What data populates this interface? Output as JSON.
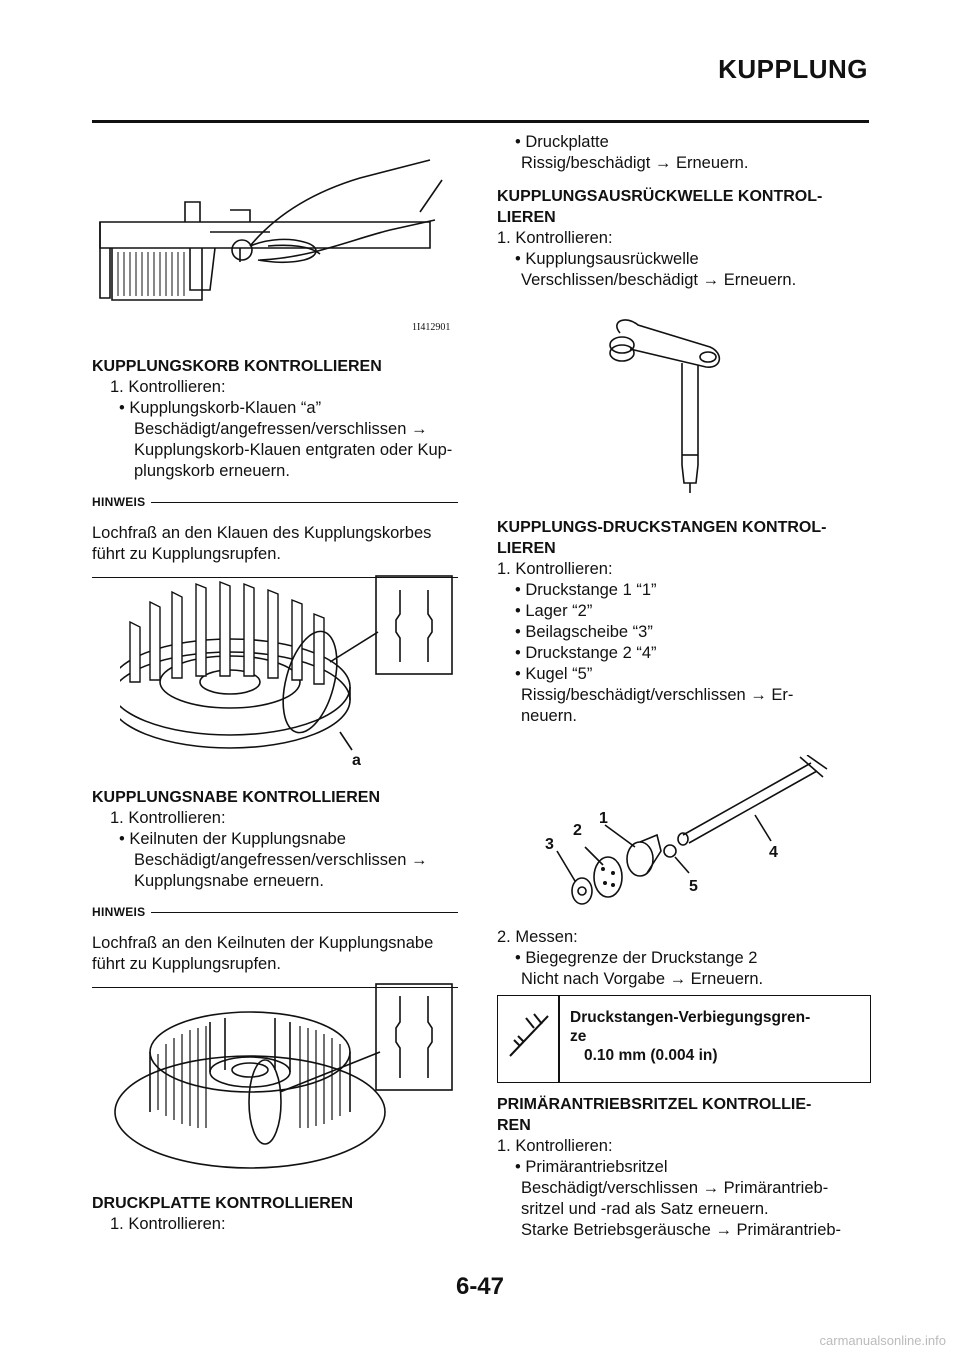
{
  "header": {
    "title": "KUPPLUNG"
  },
  "figures": {
    "caliper_code": "1I412901",
    "clutch_housing_label": "a",
    "pushrod_labels": [
      "1",
      "2",
      "3",
      "4",
      "5"
    ]
  },
  "left": {
    "s1": {
      "heading": "KUPPLUNGSKORB KONTROLLIEREN",
      "step": "1. Kontrollieren:",
      "bullet": "• Kupplungskorb-Klauen “a”",
      "lines": [
        "Beschädigt/angefressen/verschlissen →",
        "Kupplungskorb-Klauen entgraten oder Kup-",
        "plungskorb erneuern."
      ],
      "note_label": "HINWEIS",
      "note_lines": [
        "Lochfraß an den Klauen des Kupplungskorbes",
        "führt zu Kupplungsrupfen."
      ]
    },
    "s2": {
      "heading": "KUPPLUNGSNABE KONTROLLIEREN",
      "step": "1. Kontrollieren:",
      "bullet": "• Keilnuten der Kupplungsnabe",
      "lines": [
        "Beschädigt/angefressen/verschlissen →",
        "Kupplungsnabe erneuern."
      ],
      "note_label": "HINWEIS",
      "note_lines": [
        "Lochfraß an den Keilnuten der Kupplungsnabe",
        "führt zu Kupplungsrupfen."
      ]
    },
    "s3": {
      "heading": "DRUCKPLATTE KONTROLLIEREN",
      "step": "1. Kontrollieren:"
    }
  },
  "right": {
    "r0": {
      "bullet": "• Druckplatte",
      "line": "Rissig/beschädigt → Erneuern."
    },
    "r1": {
      "heading": [
        "KUPPLUNGSAUSRÜCKWELLE KONTROL-",
        "LIEREN"
      ],
      "step": "1. Kontrollieren:",
      "bullet": "• Kupplungsausrückwelle",
      "line": "Verschlissen/beschädigt → Erneuern."
    },
    "r2": {
      "heading": [
        "KUPPLUNGS-DRUCKSTANGEN KONTROL-",
        "LIEREN"
      ],
      "step": "1. Kontrollieren:",
      "bullets": [
        "• Druckstange 1 “1”",
        "• Lager “2”",
        "• Beilagscheibe “3”",
        "• Druckstange 2 “4”",
        "• Kugel “5”"
      ],
      "lines": [
        "Rissig/beschädigt/verschlissen → Er-",
        "neuern."
      ],
      "step2": "2. Messen:",
      "bullet2": "• Biegegrenze der Druckstange 2",
      "line2": "Nicht nach Vorgabe → Erneuern."
    },
    "spec": {
      "name_lines": [
        "Druckstangen-Verbiegungsgren-",
        "ze"
      ],
      "value": "0.10 mm (0.004 in)"
    },
    "r3": {
      "heading": [
        "PRIMÄRANTRIEBSRITZEL KONTROLLIE-",
        "REN"
      ],
      "step": "1. Kontrollieren:",
      "bullet": "• Primärantriebsritzel",
      "lines": [
        "Beschädigt/verschlissen → Primärantrieb-",
        "sritzel und -rad als Satz erneuern.",
        "Starke Betriebsgeräusche → Primärantrieb-"
      ]
    }
  },
  "footer": {
    "page": "6-47",
    "watermark": "carmanualsonline.info"
  }
}
